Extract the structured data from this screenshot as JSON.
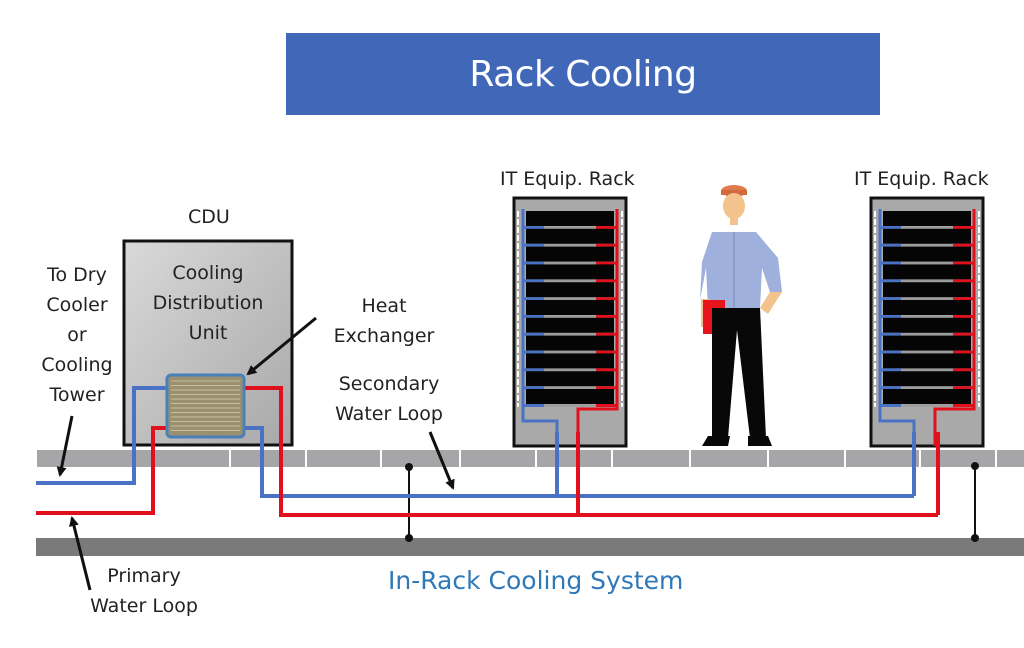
{
  "title": "Rack Cooling",
  "caption": "In-Rack Cooling System",
  "labels": {
    "cdu_heading": "CDU",
    "cdu_name": [
      "Cooling",
      "Distribution",
      "Unit"
    ],
    "dry_cooler": [
      "To Dry",
      "Cooler",
      "or",
      "Cooling",
      "Tower"
    ],
    "heat_exchanger": [
      "Heat",
      "Exchanger"
    ],
    "secondary_loop": [
      "Secondary",
      "Water Loop"
    ],
    "primary_loop": [
      "Primary",
      "Water Loop"
    ],
    "rack_1": "IT Equip. Rack",
    "rack_2": "IT Equip. Rack"
  },
  "colors": {
    "title_bg": "#4168b8",
    "cold_pipe": "#4a72c4",
    "hot_pipe": "#e0101c",
    "caption": "#2f79b9",
    "floor": "#a6a6a8",
    "slab": "#7a7a7a"
  },
  "rack_server_count": 11
}
